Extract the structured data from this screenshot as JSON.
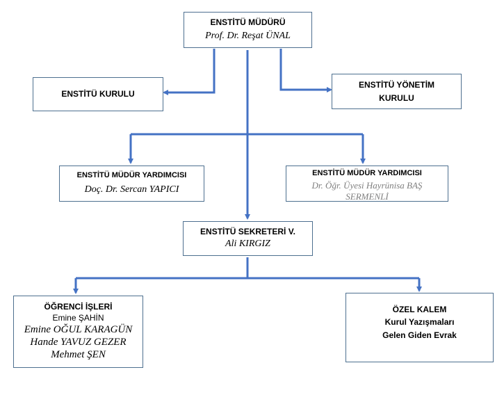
{
  "director": {
    "title": "ENSTİTÜ MÜDÜRÜ",
    "name": "Prof. Dr. Reşat ÜNAL"
  },
  "board": {
    "title": "ENSTİTÜ KURULU"
  },
  "exec_board": {
    "title_line1": "ENSTİTÜ YÖNETİM",
    "title_line2": "KURULU"
  },
  "vice1": {
    "title": "ENSTİTÜ MÜDÜR YARDIMCISI",
    "name": "Doç. Dr. Sercan YAPICI"
  },
  "vice2": {
    "title": "ENSTİTÜ MÜDÜR YARDIMCISI",
    "name_line1": "Dr. Öğr. Üyesi Hayrünisa BAŞ",
    "name_line2": "SERMENLİ"
  },
  "secretary": {
    "title": "ENSTİTÜ SEKRETERİ V.",
    "name": "Ali KIRGIZ"
  },
  "student_affairs": {
    "title": "ÖĞRENCİ İŞLERİ",
    "staff_plain": "Emine ŞAHİN",
    "staff": [
      "Emine OĞUL KARAGÜN",
      "Hande YAVUZ GEZER",
      "Mehmet ŞEN"
    ]
  },
  "private_office": {
    "title": "ÖZEL KALEM",
    "line1": "Kurul Yazışmaları",
    "line2": "Gelen Giden Evrak"
  },
  "colors": {
    "connector": "#4472c4",
    "box_border": "#4d6f8f",
    "muted_text": "#7f7f7f"
  }
}
